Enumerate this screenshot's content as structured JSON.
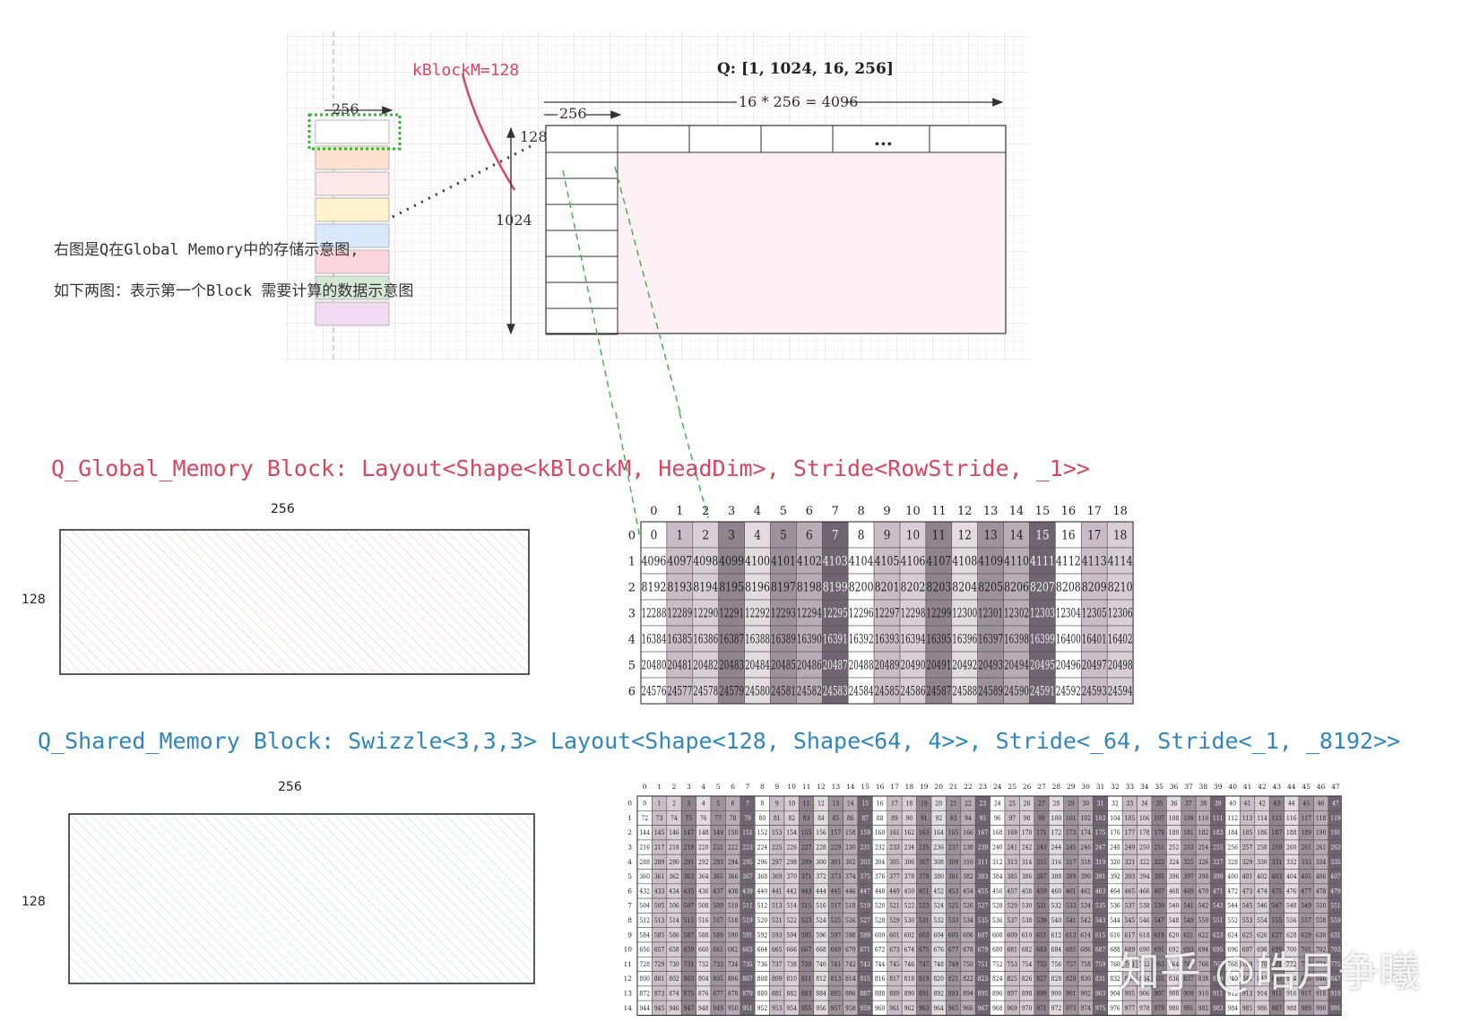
{
  "top_diagram": {
    "title": "Q: [1, 1024, 16, 256]",
    "kblock_label": "kBlockM=128",
    "small_width_label": "256",
    "total_width_label": "16 * 256 = 4096",
    "col_width_label": "256",
    "rows_label": "128",
    "height_label": "1024",
    "ellipsis": "...",
    "note_line1": "右图是Q在Global Memory中的存储示意图,",
    "note_line2": "如下两图：表示第一个Block 需要计算的数据示意图",
    "stack_colors": [
      "#ffffff",
      "#fde3cf",
      "#fde8e8",
      "#fff2cc",
      "#dae8fc",
      "#fdd5dc",
      "#d5e8d4",
      "#f3dbf4"
    ]
  },
  "global_section": {
    "heading": "Q_Global_Memory Block: Layout<Shape<kBlockM, HeadDim>, Stride<RowStride, _1>>",
    "heading_color": "#d9455f",
    "width_label": "256",
    "height_label": "128",
    "grid": {
      "col_headers": [
        "0",
        "1",
        "2",
        "3",
        "4",
        "5",
        "6",
        "7",
        "8",
        "9",
        "10",
        "11",
        "12",
        "13",
        "14",
        "15",
        "16",
        "17",
        "18"
      ],
      "row_headers": [
        "0",
        "1",
        "2",
        "3",
        "4",
        "5",
        "6"
      ],
      "rows": [
        [
          "0",
          "1",
          "2",
          "3",
          "4",
          "5",
          "6",
          "7",
          "8",
          "9",
          "10",
          "11",
          "12",
          "13",
          "14",
          "15",
          "16",
          "17",
          "18"
        ],
        [
          "4096",
          "4097",
          "4098",
          "4099",
          "4100",
          "4101",
          "4102",
          "4103",
          "4104",
          "4105",
          "4106",
          "4107",
          "4108",
          "4109",
          "4110",
          "4111",
          "4112",
          "4113",
          "4114"
        ],
        [
          "8192",
          "8193",
          "8194",
          "8195",
          "8196",
          "8197",
          "8198",
          "8199",
          "8200",
          "8201",
          "8202",
          "8203",
          "8204",
          "8205",
          "8206",
          "8207",
          "8208",
          "8209",
          "8210"
        ],
        [
          "12288",
          "12289",
          "12290",
          "12291",
          "12292",
          "12293",
          "12294",
          "12295",
          "12296",
          "12297",
          "12298",
          "12299",
          "12300",
          "12301",
          "12302",
          "12303",
          "12304",
          "12305",
          "12306"
        ],
        [
          "16384",
          "16385",
          "16386",
          "16387",
          "16388",
          "16389",
          "16390",
          "16391",
          "16392",
          "16393",
          "16394",
          "16395",
          "16396",
          "16397",
          "16398",
          "16399",
          "16400",
          "16401",
          "16402"
        ],
        [
          "20480",
          "20481",
          "20482",
          "20483",
          "20484",
          "20485",
          "20486",
          "20487",
          "20488",
          "20489",
          "20490",
          "20491",
          "20492",
          "20493",
          "20494",
          "20495",
          "20496",
          "20497",
          "20498"
        ],
        [
          "24576",
          "24577",
          "24578",
          "24579",
          "24580",
          "24581",
          "24582",
          "24583",
          "24584",
          "24585",
          "24586",
          "24587",
          "24588",
          "24589",
          "24590",
          "24591",
          "24592",
          "24593",
          "24594"
        ]
      ]
    }
  },
  "shared_section": {
    "heading": "Q_Shared_Memory Block: Swizzle<3,3,3> Layout<Shape<128, Shape<64, 4>>, Stride<_64, Stride<_1, _8192>>",
    "heading_color": "#2e86c1",
    "width_label": "256",
    "height_label": "128",
    "grid": {
      "col_headers": [
        "0",
        "1",
        "2",
        "3",
        "4",
        "5",
        "6",
        "7",
        "8",
        "9",
        "10",
        "11",
        "12",
        "13",
        "14",
        "15",
        "16",
        "17",
        "18",
        "19",
        "20",
        "21",
        "22",
        "23",
        "24",
        "25",
        "26",
        "27",
        "28",
        "29",
        "30",
        "31",
        "32",
        "33",
        "34",
        "35",
        "36",
        "37",
        "38",
        "39",
        "40",
        "41",
        "42",
        "43",
        "44",
        "45",
        "46",
        "47"
      ],
      "row_headers": [
        "0",
        "1",
        "2",
        "3",
        "4",
        "5",
        "6",
        "7",
        "8",
        "9",
        "10",
        "11",
        "12",
        "13",
        "14"
      ],
      "row_bases": [
        0,
        72,
        144,
        216,
        288,
        360,
        432,
        504,
        512,
        584,
        656,
        728,
        800,
        872,
        944
      ]
    }
  },
  "watermark": "知乎 @皓月争曦"
}
